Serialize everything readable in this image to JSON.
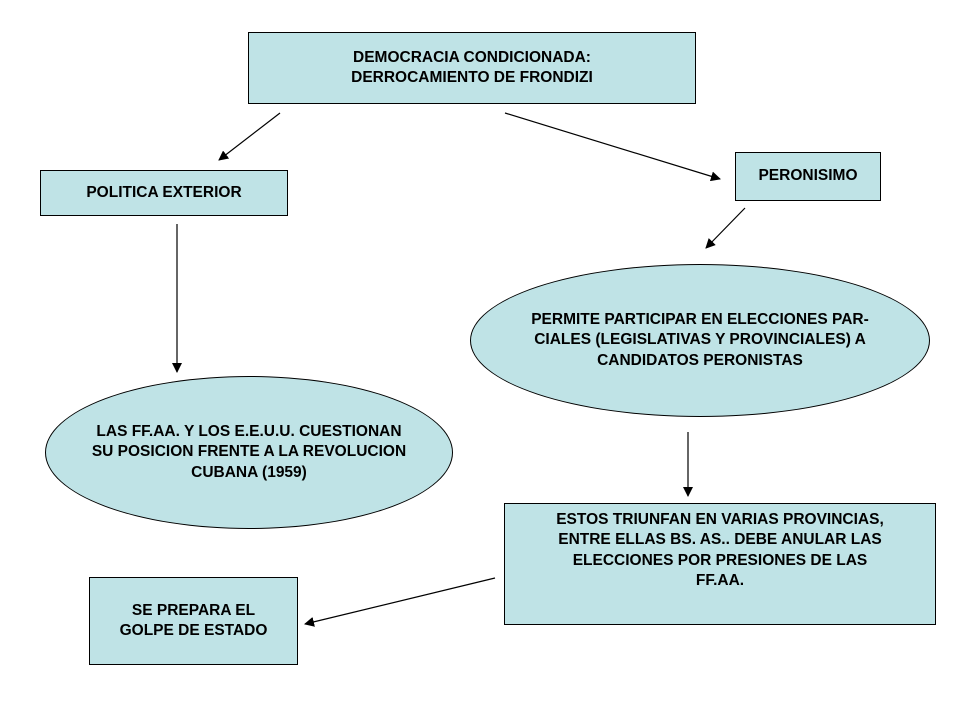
{
  "nodes": {
    "root": "DEMOCRACIA CONDICIONADA:\nDERROCAMIENTO DE FRONDIZI",
    "politica_exterior": "POLITICA EXTERIOR",
    "peronismo": "PERONISIMO",
    "elecciones_parciales": "PERMITE PARTICIPAR EN ELECCIONES PAR-\nCIALES (LEGISLATIVAS Y PROVINCIALES) A\nCANDIDATOS PERONISTAS",
    "ffaa_eeuu": "LAS FF.AA. Y LOS E.E.U.U. CUESTIONAN\nSU POSICION FRENTE A LA REVOLUCION\nCUBANA (1959)",
    "triunfo": "ESTOS TRIUNFAN EN VARIAS PROVINCIAS,\nENTRE ELLAS BS. AS.. DEBE ANULAR LAS\nELECCIONES POR PRESIONES DE LAS\nFF.AA.",
    "golpe": "SE PREPARA EL\nGOLPE DE ESTADO"
  },
  "colors": {
    "node_fill": "#bfe3e6",
    "stroke": "#000000"
  }
}
